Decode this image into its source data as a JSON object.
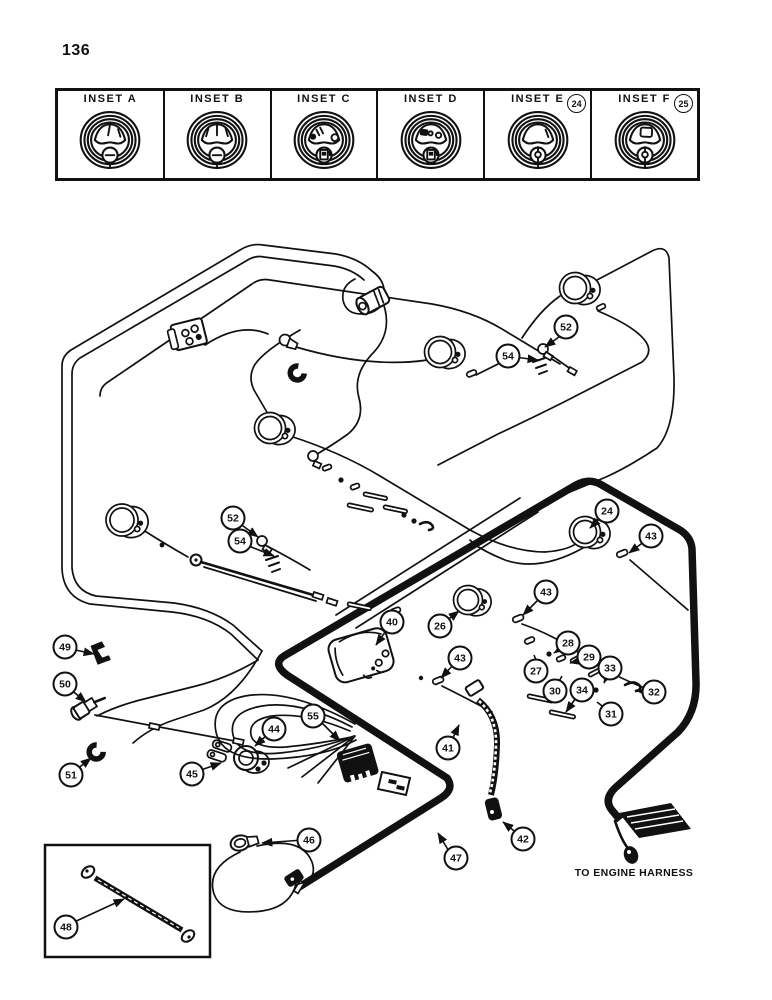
{
  "page_number": "136",
  "insets": [
    {
      "label": "INSET A",
      "icon": "gauge-needle-icon"
    },
    {
      "label": "INSET B",
      "icon": "gauge-segments-icon"
    },
    {
      "label": "INSET C",
      "icon": "gauge-fuel-dots-icon"
    },
    {
      "label": "INSET D",
      "icon": "gauge-fuel-multi-icon"
    },
    {
      "label": "INSET E",
      "icon": "gauge-plain-icon",
      "callout": "24"
    },
    {
      "label": "INSET F",
      "icon": "gauge-segment-icon",
      "callout": "25"
    }
  ],
  "callouts": {
    "c24": "24",
    "c25": "25",
    "c26": "26",
    "c27": "27",
    "c28": "28",
    "c29": "29",
    "c30": "30",
    "c31": "31",
    "c32": "32",
    "c33": "33",
    "c34": "34",
    "c40": "40",
    "c41": "41",
    "c42": "42",
    "c43": "43",
    "c44": "44",
    "c45": "45",
    "c46": "46",
    "c47": "47",
    "c48": "48",
    "c49": "49",
    "c50": "50",
    "c51": "51",
    "c52": "52",
    "c54": "54",
    "c55": "55"
  },
  "labels": {
    "engine_harness": "TO ENGINE HARNESS"
  }
}
